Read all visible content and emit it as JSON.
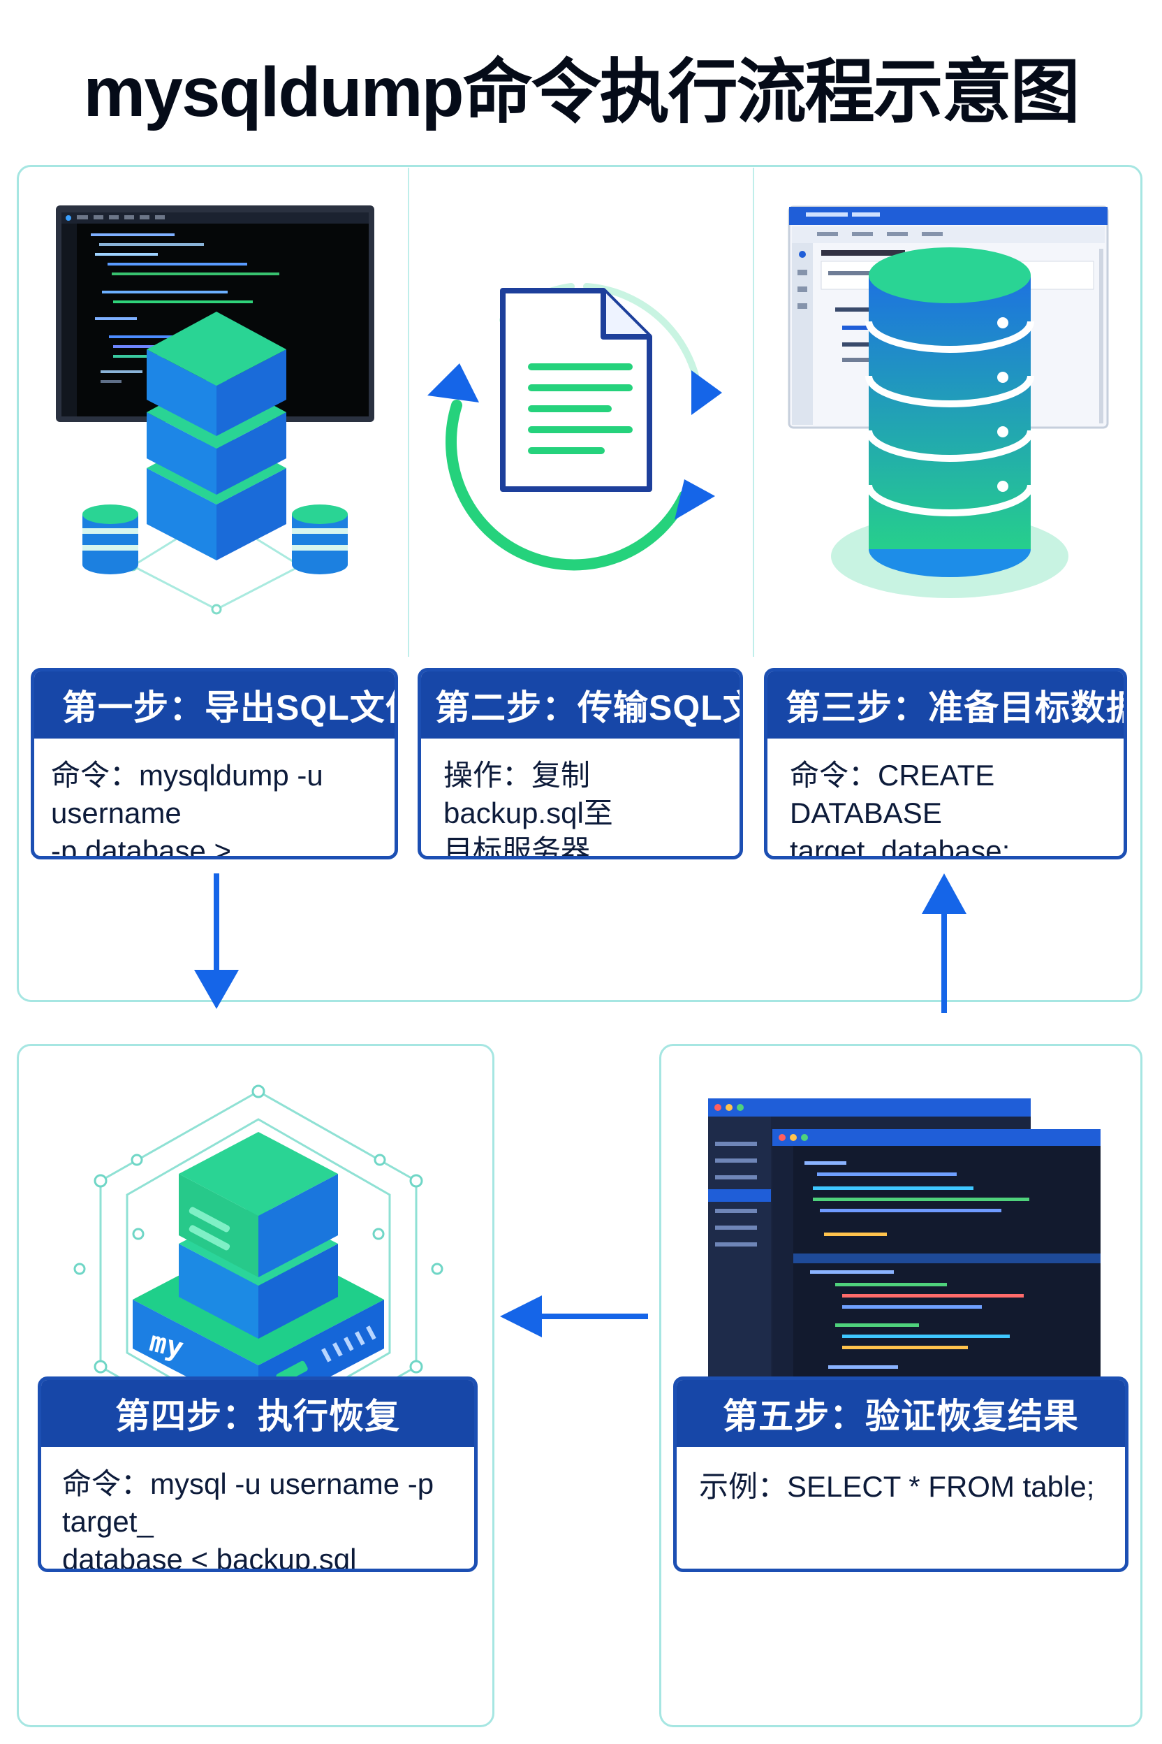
{
  "title": "mysqldump命令执行流程示意图",
  "steps": [
    {
      "title": "第一步：导出SQL文件",
      "body": "命令：mysqldump -u username\n-p database > backup.sql"
    },
    {
      "title": "第二步：传输SQL文件",
      "body": "操作：复制backup.sql至\n目标服务器"
    },
    {
      "title": "第三步：准备目标数据库",
      "body": "命令：CREATE DATABASE\ntarget_database;"
    },
    {
      "title": "第四步：执行恢复",
      "body": "命令：mysql -u username -p target_\ndatabase < backup.sql"
    },
    {
      "title": "第五步：验证恢复结果",
      "body": "示例：SELECT * FROM table;"
    }
  ],
  "colors": {
    "accent_blue": "#1747a8",
    "arrow_blue": "#1565e8",
    "accent_green": "#22d07f",
    "panel_border": "#a6e6e2"
  },
  "icons": [
    "terminal-window-icon",
    "server-stack-icon",
    "database-cylinder-icon",
    "document-sync-icon",
    "mysql-server-icon",
    "code-editor-icon",
    "flow-arrow-icon"
  ]
}
